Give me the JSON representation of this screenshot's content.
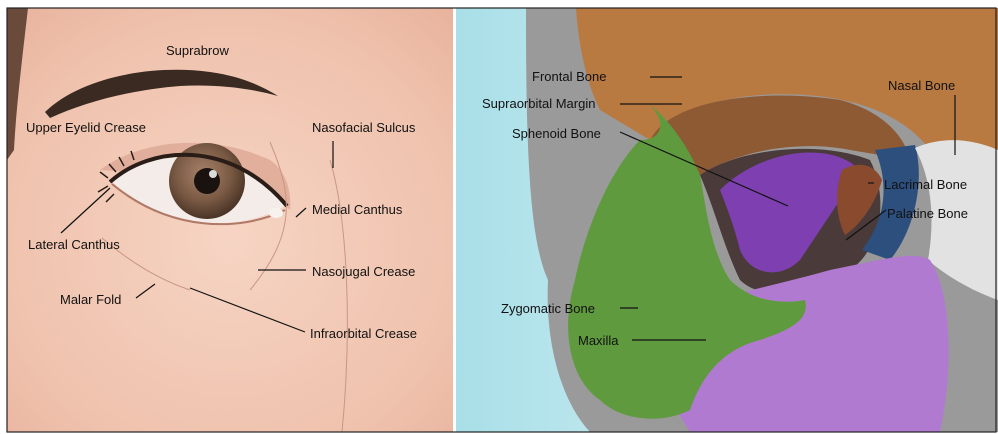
{
  "left_panel": {
    "labels": {
      "suprabrow": "Suprabrow",
      "upper_eyelid_crease": "Upper Eyelid Crease",
      "nasofacial_sulcus": "Nasofacial Sulcus",
      "lateral_canthus": "Lateral Canthus",
      "medial_canthus": "Medial Canthus",
      "nasojugal_crease": "Nasojugal Crease",
      "malar_fold": "Malar Fold",
      "infraorbital_crease": "Infraorbital Crease"
    }
  },
  "right_panel": {
    "labels": {
      "frontal_bone": "Frontal Bone",
      "supraorbital_margin": "Supraorbital Margin",
      "sphenoid_bone": "Sphenoid Bone",
      "nasal_bone": "Nasal Bone",
      "lacrimal_bone": "Lacrimal Bone",
      "palatine_bone": "Palatine Bone",
      "zygomatic_bone": "Zygomatic Bone",
      "maxilla": "Maxilla"
    }
  },
  "colors": {
    "skin": "#f1c6b1",
    "brow": "#3a2a22",
    "iris": "#7a5a44",
    "frontal_bone": "#b97a42",
    "orbit_shadow": "#8e5a34",
    "sphenoid_bone": "#7e3fb0",
    "zygomatic_bone": "#5f9a3e",
    "maxilla": "#b07ad0",
    "nasal_bone": "#e2e2e2",
    "lacrimal_bone": "#2c4f7e",
    "palatine_bone": "#8a4a2e",
    "skull_gray": "#8a8a8a",
    "background_cyan": "#cdeef3"
  }
}
